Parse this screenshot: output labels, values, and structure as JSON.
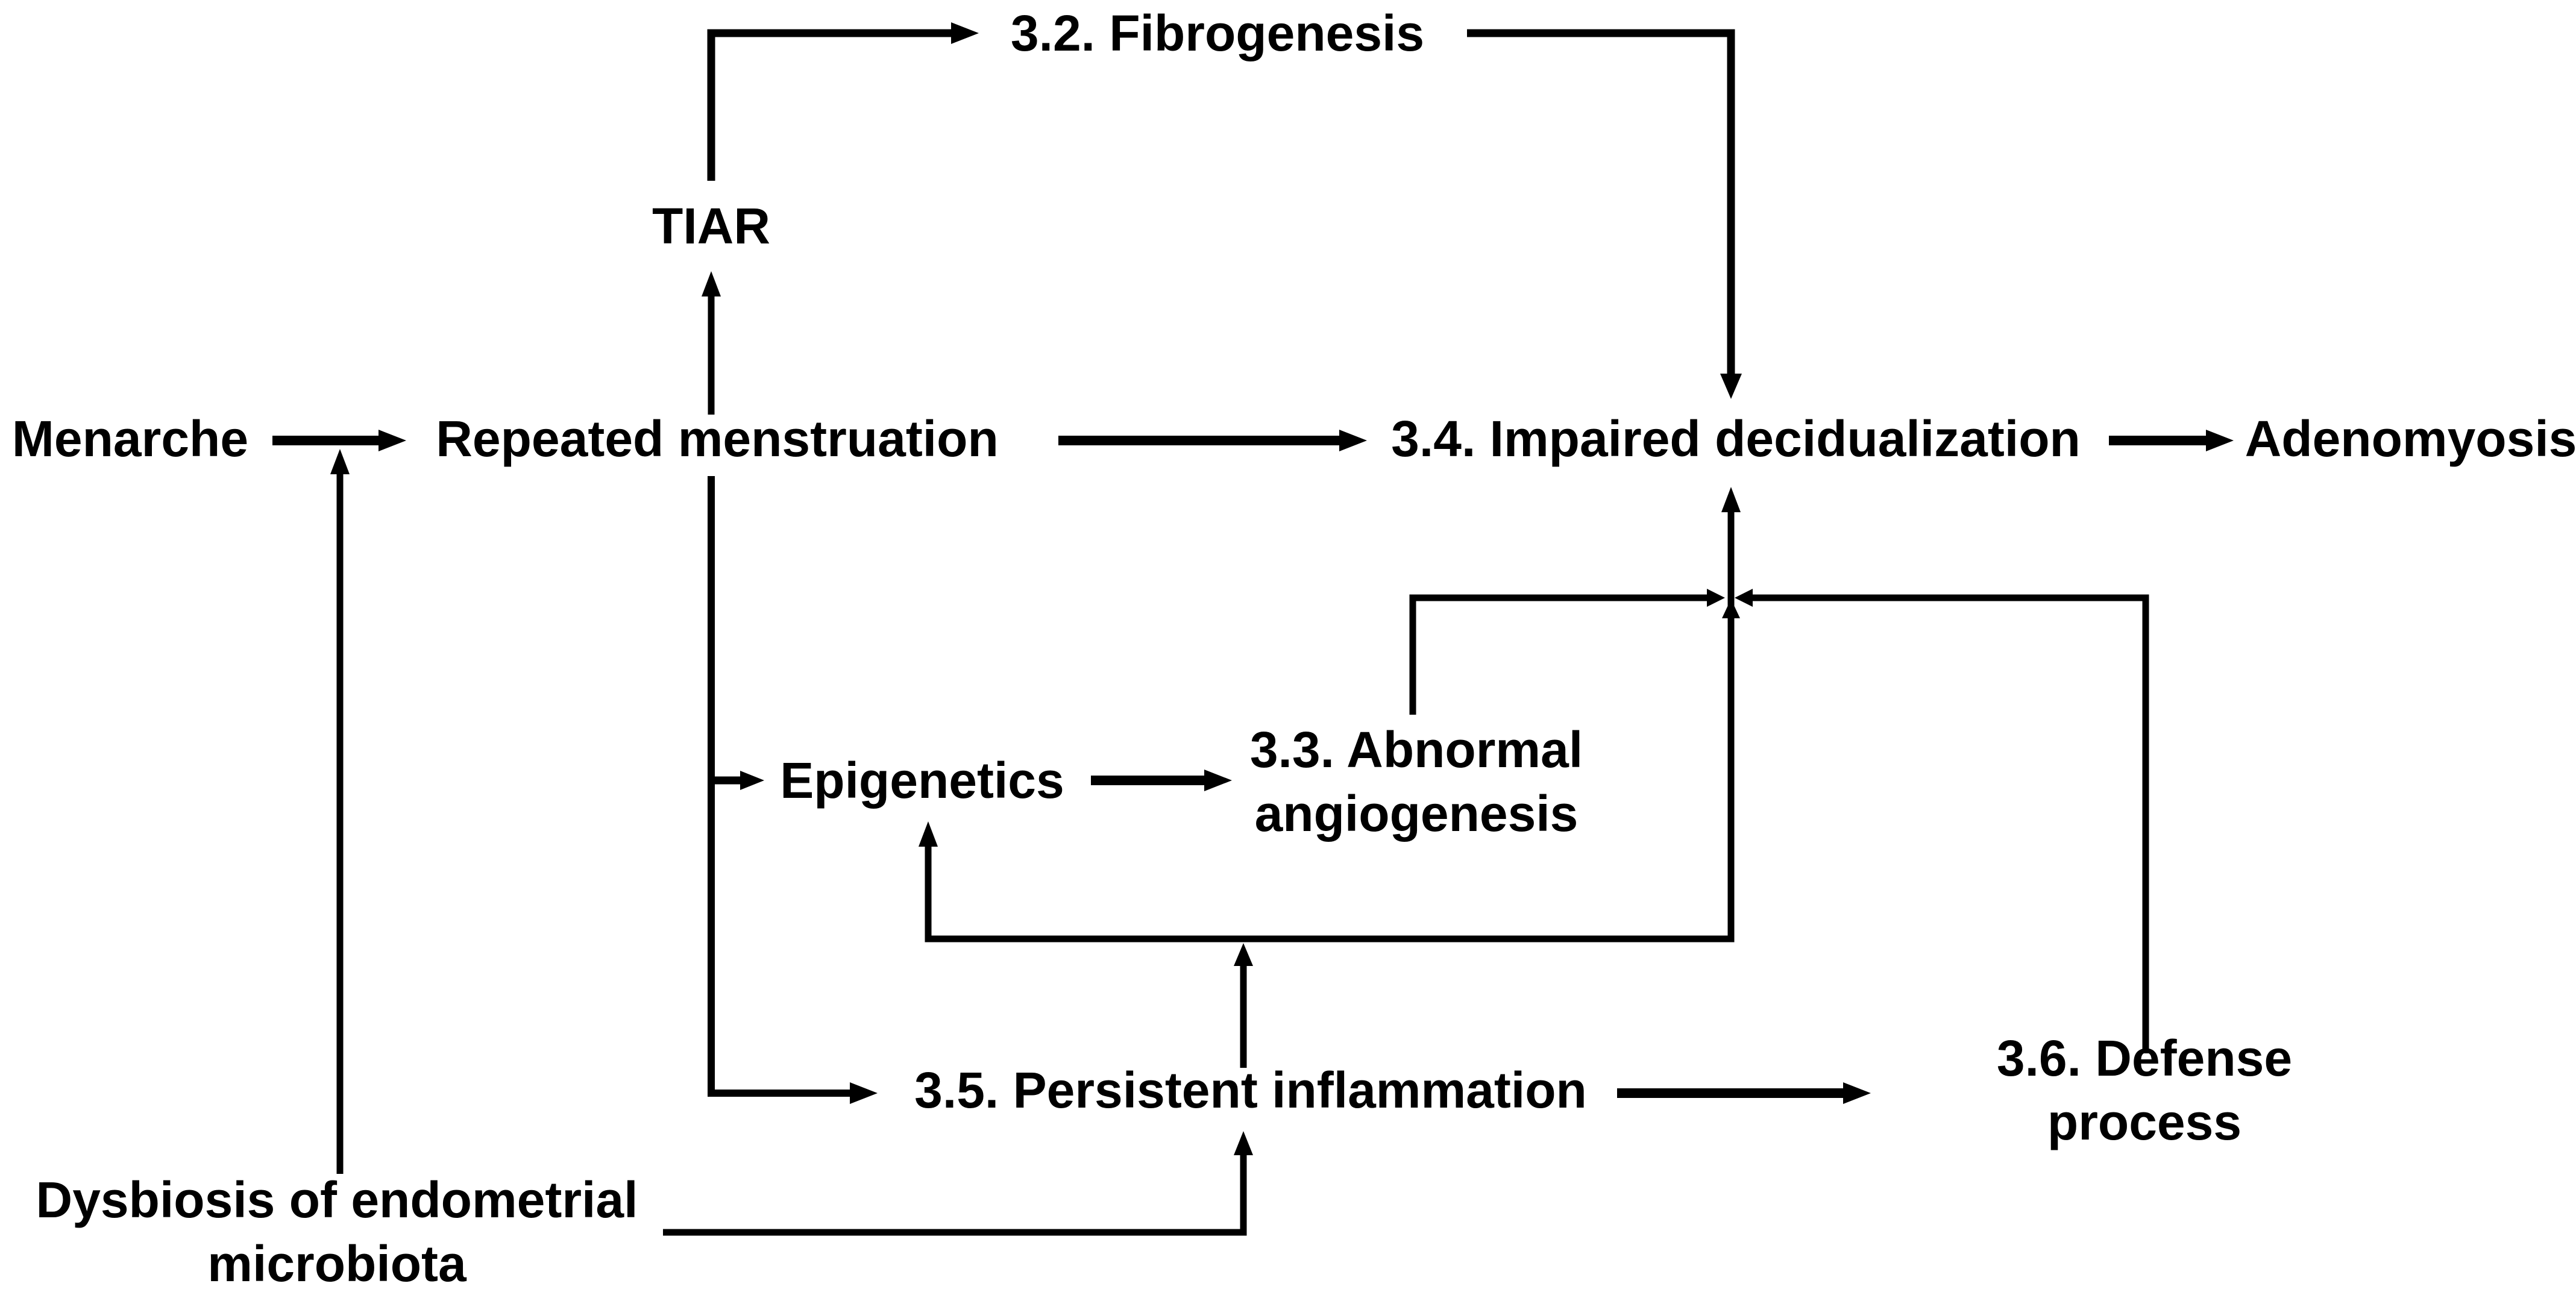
{
  "figure": {
    "background_color": "#ffffff",
    "line_color": "#000000",
    "text_color": "#000000"
  },
  "nodes": {
    "fibrogenesis": {
      "label": "3.2. Fibrogenesis"
    },
    "tiar": {
      "label": "TIAR"
    },
    "menarche": {
      "label": "Menarche"
    },
    "repeated_menstruation": {
      "label": "Repeated menstruation"
    },
    "impaired_decidualization": {
      "label": "3.4. Impaired decidualization"
    },
    "adenomyosis": {
      "label": "Adenomyosis"
    },
    "epigenetics": {
      "label": "Epigenetics"
    },
    "abnormal_angiogenesis": {
      "label": "3.3. Abnormal\nangiogenesis"
    },
    "persistent_inflammation": {
      "label": "3.5. Persistent inflammation"
    },
    "defense_process": {
      "label": "3.6. Defense process"
    },
    "dysbiosis": {
      "label": "Dysbiosis of endometrial\nmicrobiota"
    }
  },
  "relationships": [
    "Menarche -> Repeated menstruation",
    "Dysbiosis of endometrial microbiota -> Menarche",
    "Dysbiosis of endometrial microbiota -> 3.5. Persistent inflammation",
    "Repeated menstruation -> TIAR",
    "TIAR -> 3.2. Fibrogenesis",
    "3.2. Fibrogenesis -> 3.4. Impaired decidualization",
    "Repeated menstruation -> 3.4. Impaired decidualization",
    "Repeated menstruation -> Epigenetics",
    "Repeated menstruation -> 3.5. Persistent inflammation",
    "Epigenetics -> 3.3. Abnormal angiogenesis",
    "3.3. Abnormal angiogenesis -> 3.4. Impaired decidualization",
    "3.5. Persistent inflammation -> Epigenetics",
    "3.5. Persistent inflammation -> 3.4. Impaired decidualization",
    "3.5. Persistent inflammation -> 3.6. Defense process",
    "3.6. Defense process -> 3.4. Impaired decidualization",
    "3.4. Impaired decidualization -> Adenomyosis"
  ]
}
